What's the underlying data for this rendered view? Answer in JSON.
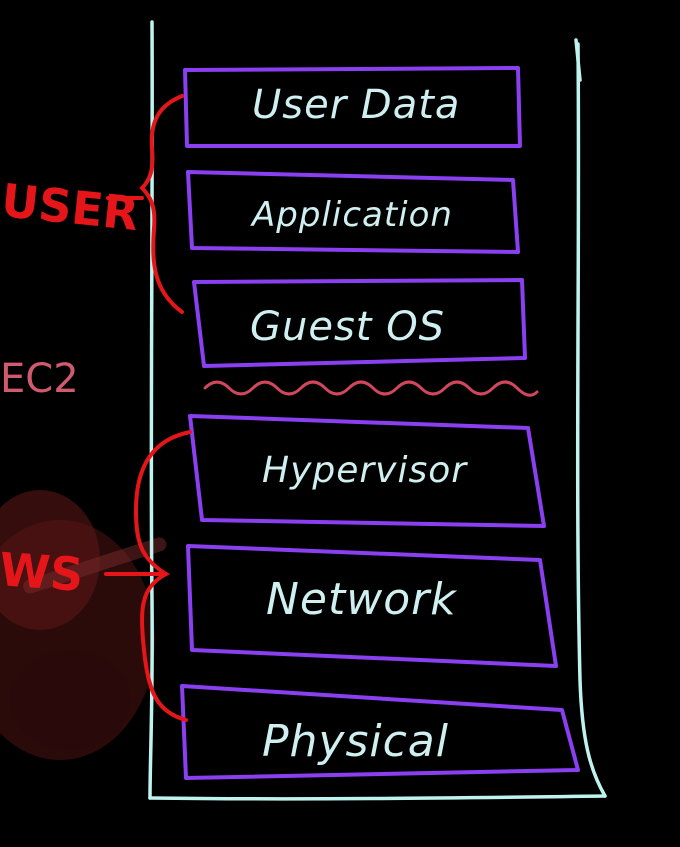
{
  "diagram": {
    "layers": [
      {
        "label": "User Data"
      },
      {
        "label": "Application"
      },
      {
        "label": "Guest OS"
      },
      {
        "label": "Hypervisor"
      },
      {
        "label": "Network"
      },
      {
        "label": "Physical"
      }
    ],
    "groups": {
      "user": "USER",
      "ec2": "EC2",
      "aws": "AWS"
    }
  },
  "colors": {
    "background": "#000000",
    "frame": "#bff3ef",
    "layer_box": "#8a3ff0",
    "text": "#cfeff0",
    "brace": "#e4161a",
    "ec2_label": "#d05a6e",
    "divider": "#d0475e"
  }
}
